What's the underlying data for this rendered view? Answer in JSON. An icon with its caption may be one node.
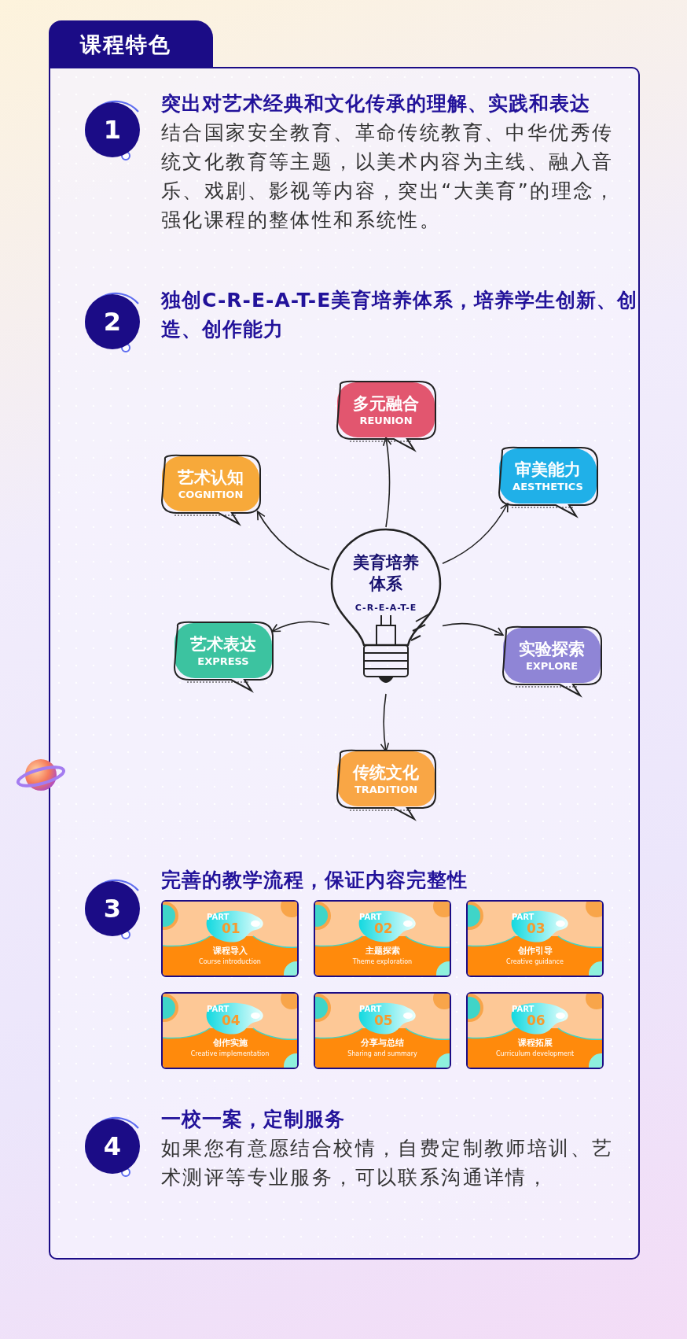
{
  "diagram": {
    "nodes": [
      {
        "text": [
          "课程特色"
        ]
      },
      {
        "text": [
          "1"
        ],
        "in": 0,
        "beside": [
          "突出对艺术经典和文化传承的理解、实践和表达",
          "结合国家安全教育、革命传统教育、中华优秀传统文化教育等主题，以美术内容为主线、融入音乐、戏剧、影视等内容，突出“大美育”的理念，强化课程的整体性和系统性。"
        ]
      },
      {
        "text": [
          "2"
        ],
        "in": 0,
        "beside": [
          "独创C-R-E-A-T-E美育培养体系，培养学生创新、创造、创作能力"
        ]
      },
      {
        "text": [
          "美育培养体系",
          "C-R-E-A-T-E"
        ],
        "in": 0
      },
      {
        "text": [
          "多元融合",
          "REUNION"
        ],
        "in": 0
      },
      {
        "text": [
          "审美能力",
          "AESTHETICS"
        ],
        "in": 0
      },
      {
        "text": [
          "艺术认知",
          "COGNITION"
        ],
        "in": 0
      },
      {
        "text": [
          "艺术表达",
          "EXPRESS"
        ],
        "in": 0
      },
      {
        "text": [
          "实验探索",
          "EXPLORE"
        ],
        "in": 0
      },
      {
        "text": [
          "传统文化",
          "TRADITION"
        ],
        "in": 0
      },
      {
        "text": [
          "3"
        ],
        "in": 0
      },
      {
        "text": [
          "PART",
          "01",
          "课程导入",
          "Course introduction"
        ],
        "in": 0
      },
      {
        "text": [
          "PART",
          "02",
          "主题探索",
          "Theme exploration"
        ],
        "in": 0
      },
      {
        "text": [
          "PART",
          "03",
          "创作引导",
          "Creative guidance"
        ],
        "in": 0
      },
      {
        "text": [
          "PART",
          "04",
          "创作实施",
          "Creative implementation"
        ],
        "in": 0
      },
      {
        "text": [
          "PART",
          "05",
          "分享与总结",
          "Sharing and summary"
        ],
        "in": 0
      },
      {
        "text": [
          "PART",
          "06",
          "课程拓展",
          "Curriculum development"
        ],
        "in": 0
      },
      {
        "text": [
          "4"
        ],
        "in": 0,
        "beside": [
          "一校一案，定制服务",
          "如果您有意愿结合校情，自费定制教师培训、艺术测评等专业服务，可以联系沟通详情，"
        ]
      }
    ],
    "edges": [
      {
        "from": 3,
        "to": 4,
        "arrow": "to"
      },
      {
        "from": 3,
        "to": 5,
        "arrow": "to"
      },
      {
        "from": 3,
        "to": 6,
        "arrow": "to"
      },
      {
        "from": 3,
        "to": 7,
        "arrow": "to"
      },
      {
        "from": 3,
        "to": 8,
        "arrow": "to"
      },
      {
        "from": 3,
        "to": 9,
        "arrow": "to"
      }
    ],
    "labels": [
      "完善的教学流程，保证内容完整性"
    ]
  }
}
